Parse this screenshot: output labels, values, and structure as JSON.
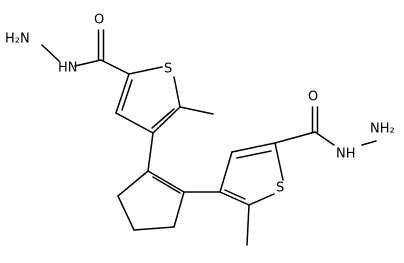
{
  "atom_labels": {
    "o1": "O",
    "nh_1": "HN",
    "nh2_1": "H₂N",
    "s1": "S",
    "o2": "O",
    "nh_2": "NH",
    "nh2_2": "NH₂",
    "s2": "S"
  }
}
